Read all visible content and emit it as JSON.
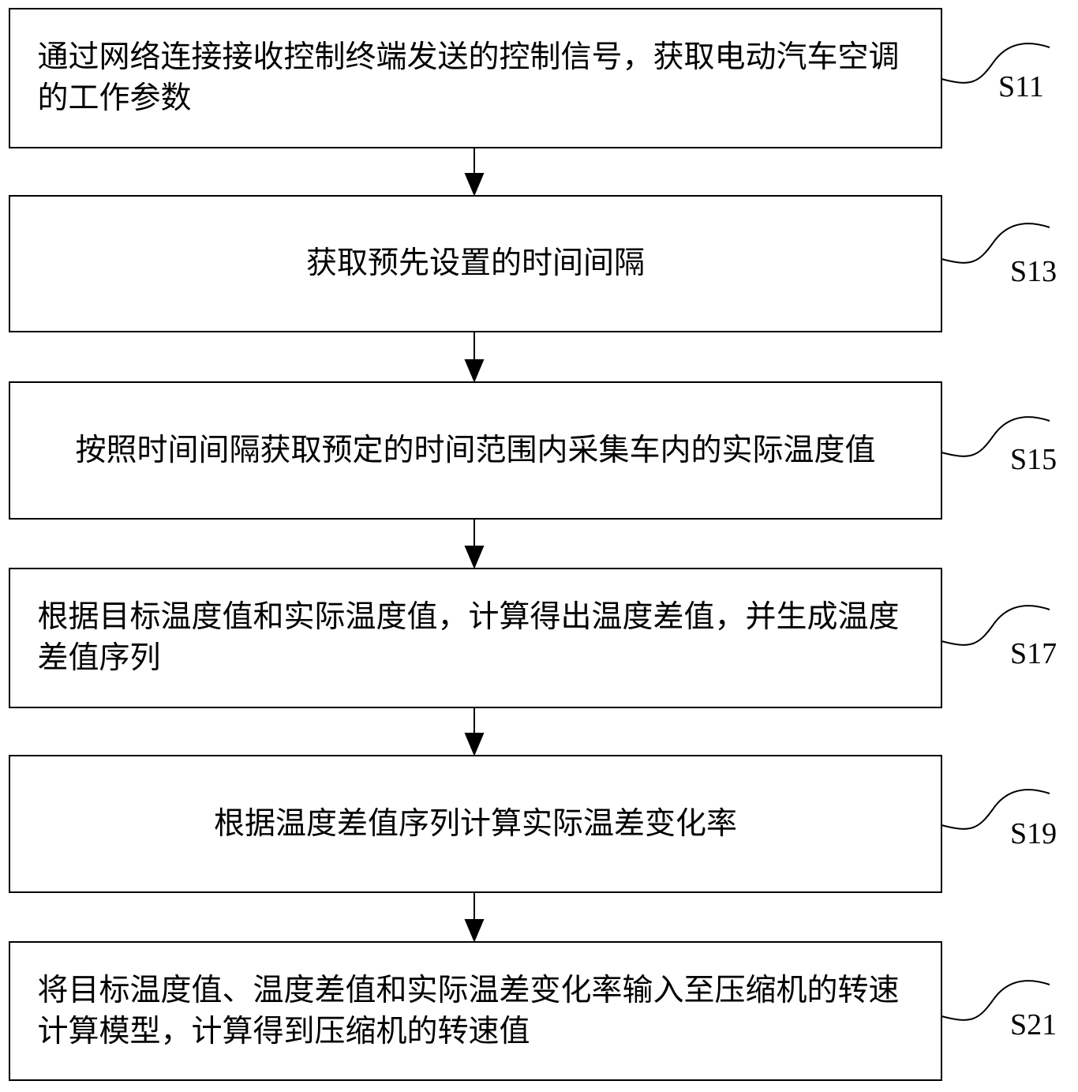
{
  "steps": [
    {
      "id": "S11",
      "text": "通过网络连接接收控制终端发送的控制信号，获取电动汽车空调的工作参数"
    },
    {
      "id": "S13",
      "text": "获取预先设置的时间间隔"
    },
    {
      "id": "S15",
      "text": "按照时间间隔获取预定的时间范围内采集车内的实际温度值"
    },
    {
      "id": "S17",
      "text": "根据目标温度值和实际温度值，计算得出温度差值，并生成温度差值序列"
    },
    {
      "id": "S19",
      "text": "根据温度差值序列计算实际温差变化率"
    },
    {
      "id": "S21",
      "text": "将目标温度值、温度差值和实际温差变化率输入至压缩机的转速计算模型，计算得到压缩机的转速值"
    }
  ]
}
